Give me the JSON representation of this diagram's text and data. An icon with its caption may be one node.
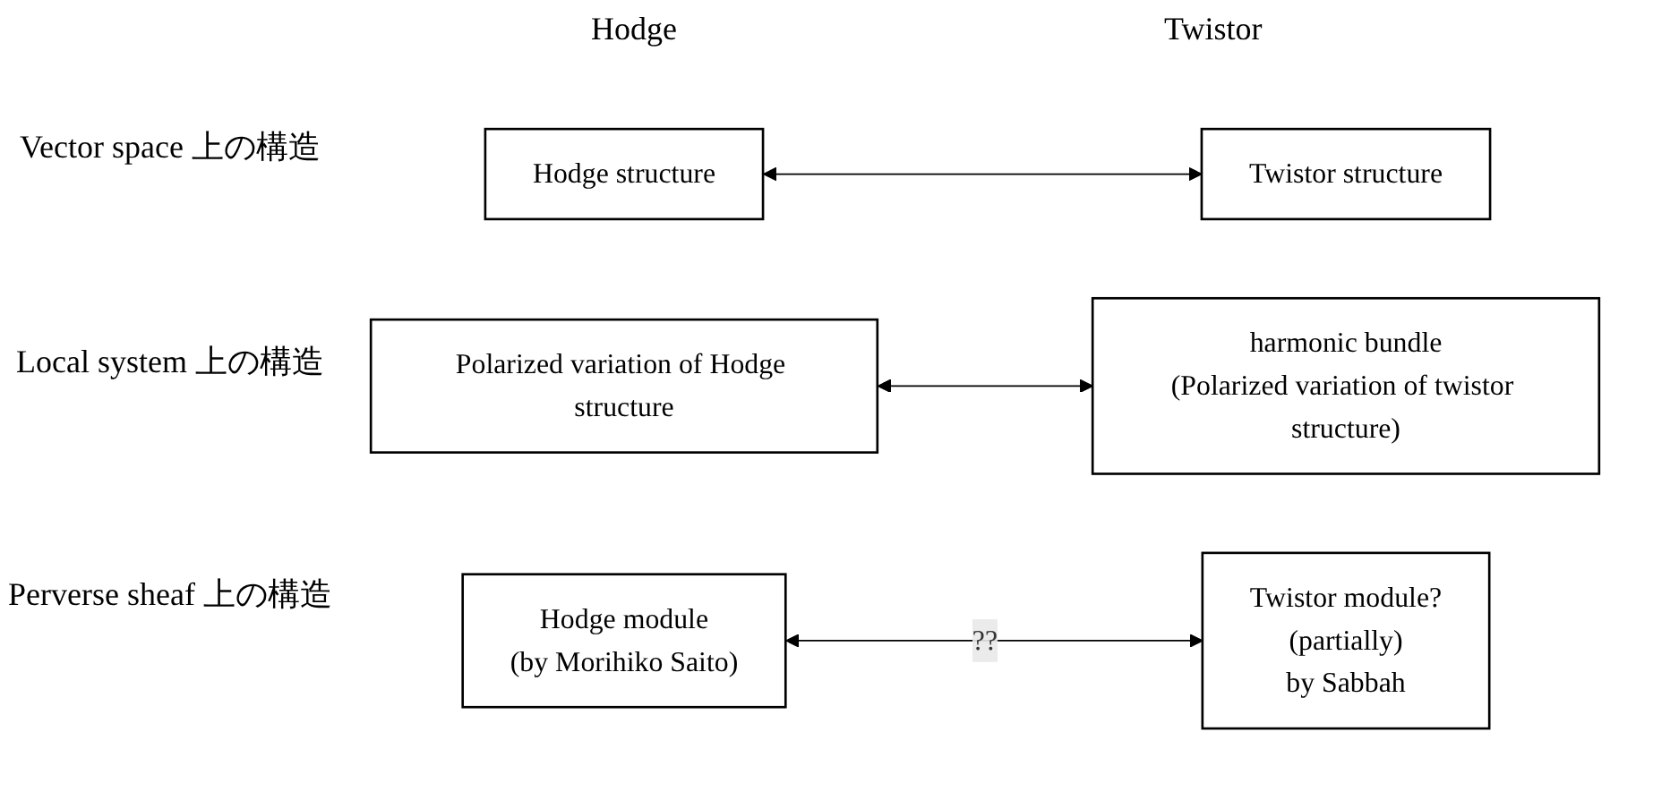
{
  "diagram": {
    "nodes": [
      {
        "text": [
          "Hodge structure"
        ]
      },
      {
        "text": [
          "Twistor structure"
        ]
      },
      {
        "text": [
          "Polarized variation of Hodge structure"
        ]
      },
      {
        "text": [
          "harmonic bundle",
          "(Polarized variation of twistor structure)"
        ]
      },
      {
        "text": [
          "Hodge module",
          "(by Morihiko Saito)"
        ]
      },
      {
        "text": [
          "Twistor module?",
          "(partially)",
          "by Sabbah"
        ]
      }
    ],
    "edges": [
      {
        "from": 0,
        "to": 1,
        "arrow": "both"
      },
      {
        "from": 2,
        "to": 3,
        "arrow": "both"
      },
      {
        "from": 4,
        "to": 5,
        "arrow": "both",
        "label": "??"
      }
    ],
    "labels": [
      "Hodge",
      "Twistor",
      "Vector space 上の構造",
      "Local system 上の構造",
      "Perverse sheaf 上の構造"
    ]
  }
}
